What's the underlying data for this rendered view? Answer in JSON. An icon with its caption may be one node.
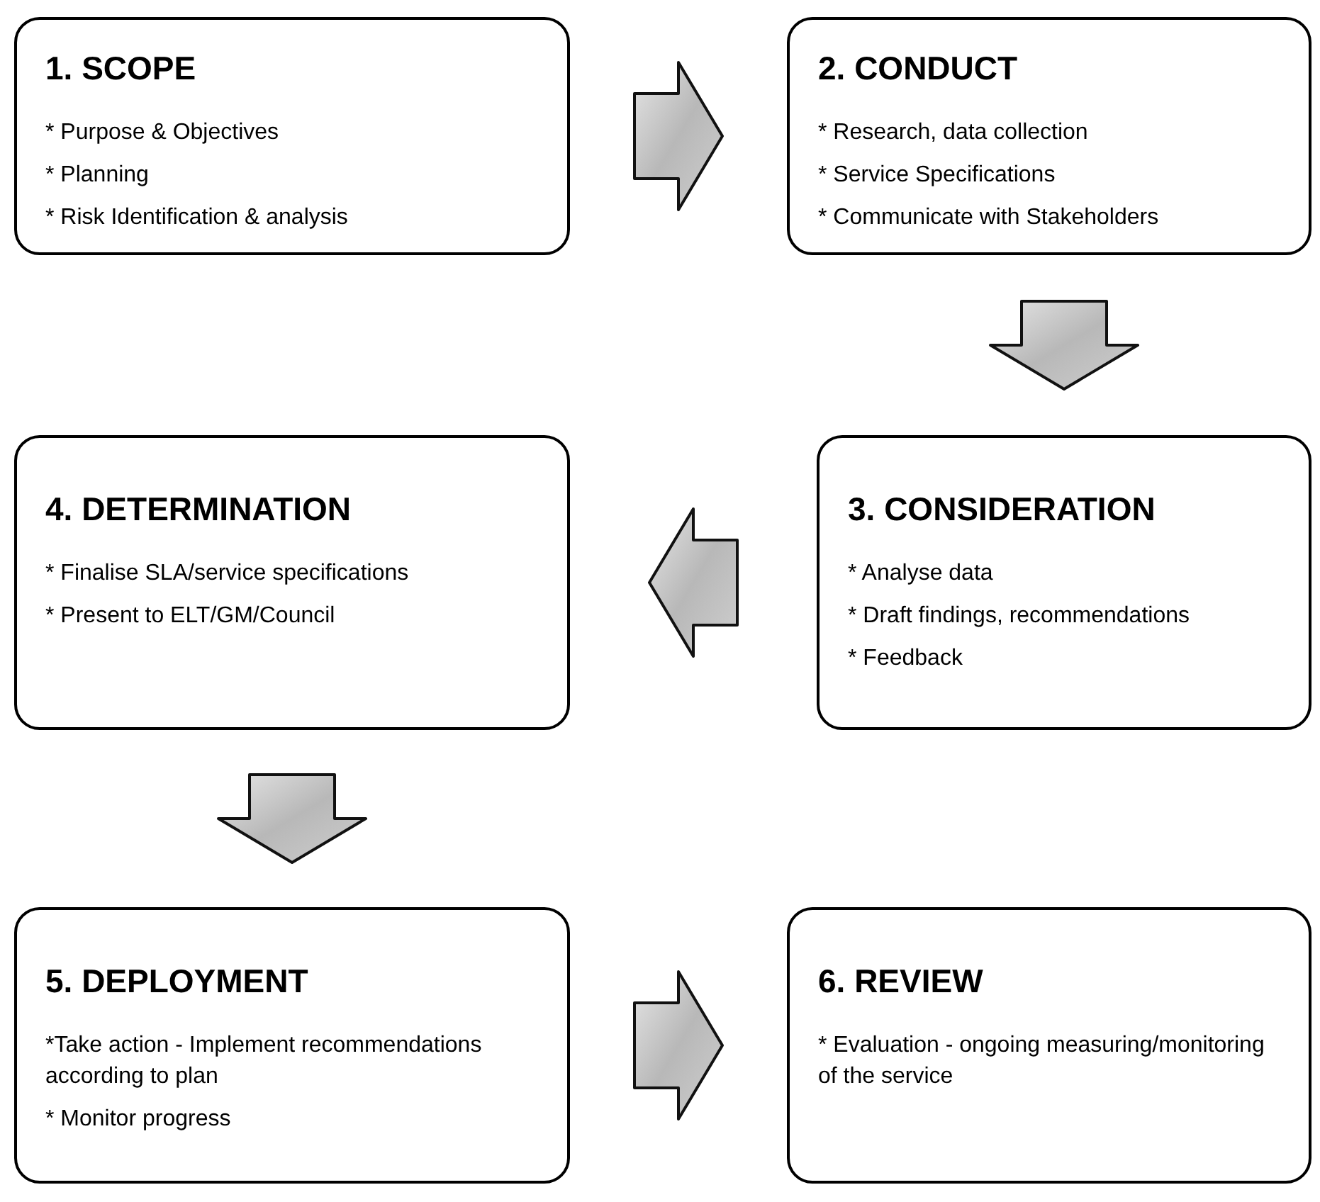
{
  "diagram": {
    "nodes": [
      {
        "text": [
          "1. SCOPE",
          "* Purpose & Objectives",
          "* Planning",
          "* Risk Identification & analysis"
        ]
      },
      {
        "text": [
          "2. CONDUCT",
          "* Research, data collection",
          "* Service Specifications",
          "* Communicate with Stakeholders"
        ]
      },
      {
        "text": [
          "3. CONSIDERATION",
          "* Analyse data",
          "* Draft findings, recommendations",
          "* Feedback"
        ]
      },
      {
        "text": [
          "4. DETERMINATION",
          "* Finalise SLA/service specifications",
          "* Present to ELT/GM/Council"
        ]
      },
      {
        "text": [
          "5. DEPLOYMENT",
          "*Take action - Implement recommendations according to plan",
          "* Monitor progress"
        ]
      },
      {
        "text": [
          "6. REVIEW",
          "* Evaluation - ongoing measuring/monitoring of the service"
        ]
      }
    ],
    "edges": [
      {
        "from": 0,
        "to": 1,
        "arrow": "to"
      },
      {
        "from": 1,
        "to": 2,
        "arrow": "to"
      },
      {
        "from": 2,
        "to": 3,
        "arrow": "to"
      },
      {
        "from": 3,
        "to": 4,
        "arrow": "to"
      },
      {
        "from": 4,
        "to": 5,
        "arrow": "to"
      }
    ]
  }
}
